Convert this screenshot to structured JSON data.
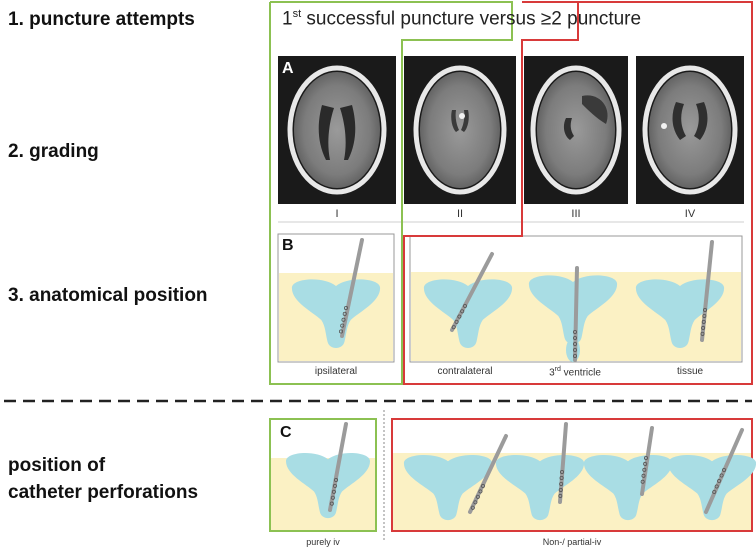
{
  "rows": {
    "r1": "1. puncture attempts",
    "r2": "2. grading",
    "r3": "3. anatomical position",
    "r4_line1": "position of",
    "r4_line2": "catheter perforations"
  },
  "header": {
    "first": "1",
    "first_sup": "st",
    "rest": " successful  puncture versus ≥2 puncture"
  },
  "panels": {
    "a": "A",
    "b": "B",
    "c": "C"
  },
  "grades": [
    "I",
    "II",
    "III",
    "IV"
  ],
  "positions": {
    "ipsilateral": "ipsilateral",
    "contralateral": "contralateral",
    "third_num": "3",
    "third_sup": "rd",
    "third_rest": " ventricle",
    "tissue": "tissue"
  },
  "perforations": {
    "purely": "purely iv",
    "partial": "Non-/ partial-iv"
  },
  "colors": {
    "green": "#8cc152",
    "red": "#d83a3a",
    "yellow": "#fbf1c4",
    "ventricle": "#a9dde4",
    "ct_bg": "#1a1a1a"
  }
}
